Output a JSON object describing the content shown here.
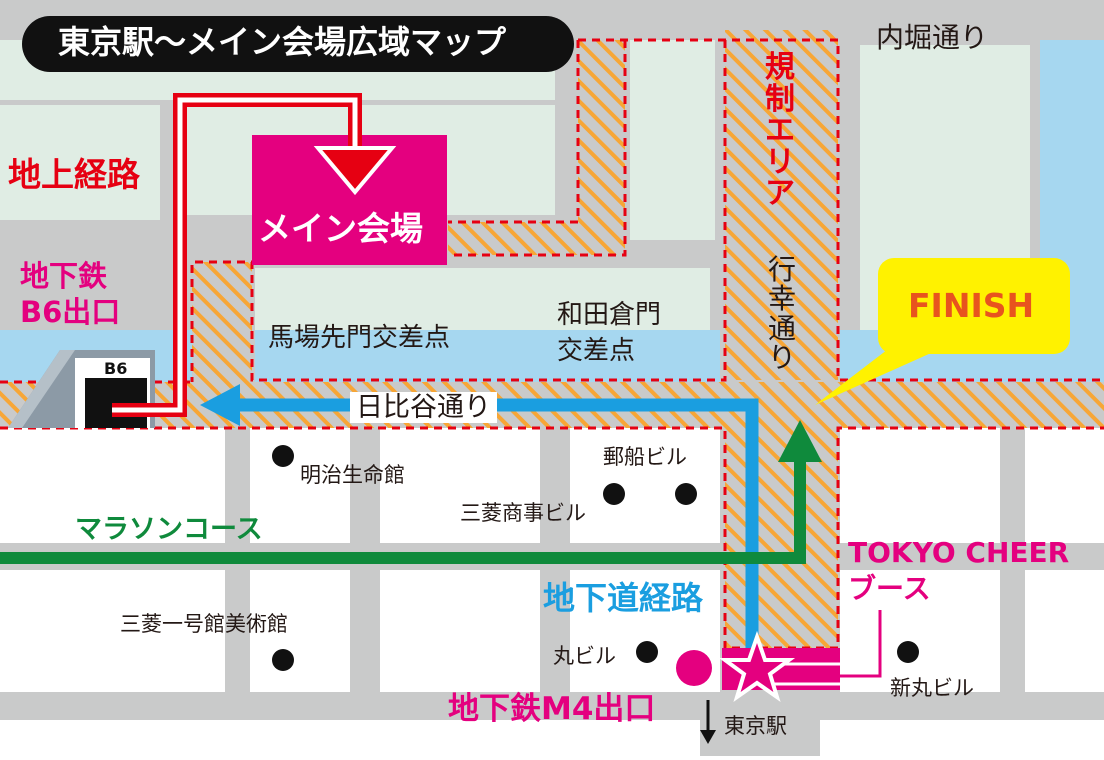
{
  "title": "東京駅〜メイン会場広域マップ",
  "streets": {
    "uchibori": "内堀通り",
    "hibiya": "日比谷通り",
    "gyoko": "行幸通り"
  },
  "restricted_area": "規制エリア",
  "intersections": {
    "babasakimon": "馬場先門交差点",
    "wadakuramon_line1": "和田倉門",
    "wadakuramon_line2": "交差点"
  },
  "routes": {
    "ground": "地上経路",
    "underground": "地下道経路",
    "marathon": "マラソンコース"
  },
  "exits": {
    "b6_line1": "地下鉄",
    "b6_line2": "B6出口",
    "b6_sign": "B6",
    "m4": "地下鉄M4出口"
  },
  "venue": "メイン会場",
  "finish": "FINISH",
  "booth": {
    "line1": "TOKYO CHEER",
    "line2": "ブース"
  },
  "buildings": {
    "meiji": "明治生命館",
    "yusen": "郵船ビル",
    "mitsubishi_shoji": "三菱商事ビル",
    "mitsubishi_ichigokan": "三菱一号館美術館",
    "maru": "丸ビル",
    "shinmaru": "新丸ビル"
  },
  "station": "東京駅",
  "colors": {
    "road": "#c9caca",
    "green": "#e0ede4",
    "water": "#a6d7f0",
    "restricted_hatch": "#f7a636",
    "restricted_border": "#e60012",
    "ground_route": "#e60012",
    "underground_route": "#1a9ee0",
    "marathon": "#0f8a3c",
    "venue": "#e4007f",
    "finish_bubble": "#fff200"
  },
  "icons": {
    "station_arrow": "down-arrow-icon",
    "booth_marker": "star-icon",
    "building_marker": "dot-icon"
  }
}
